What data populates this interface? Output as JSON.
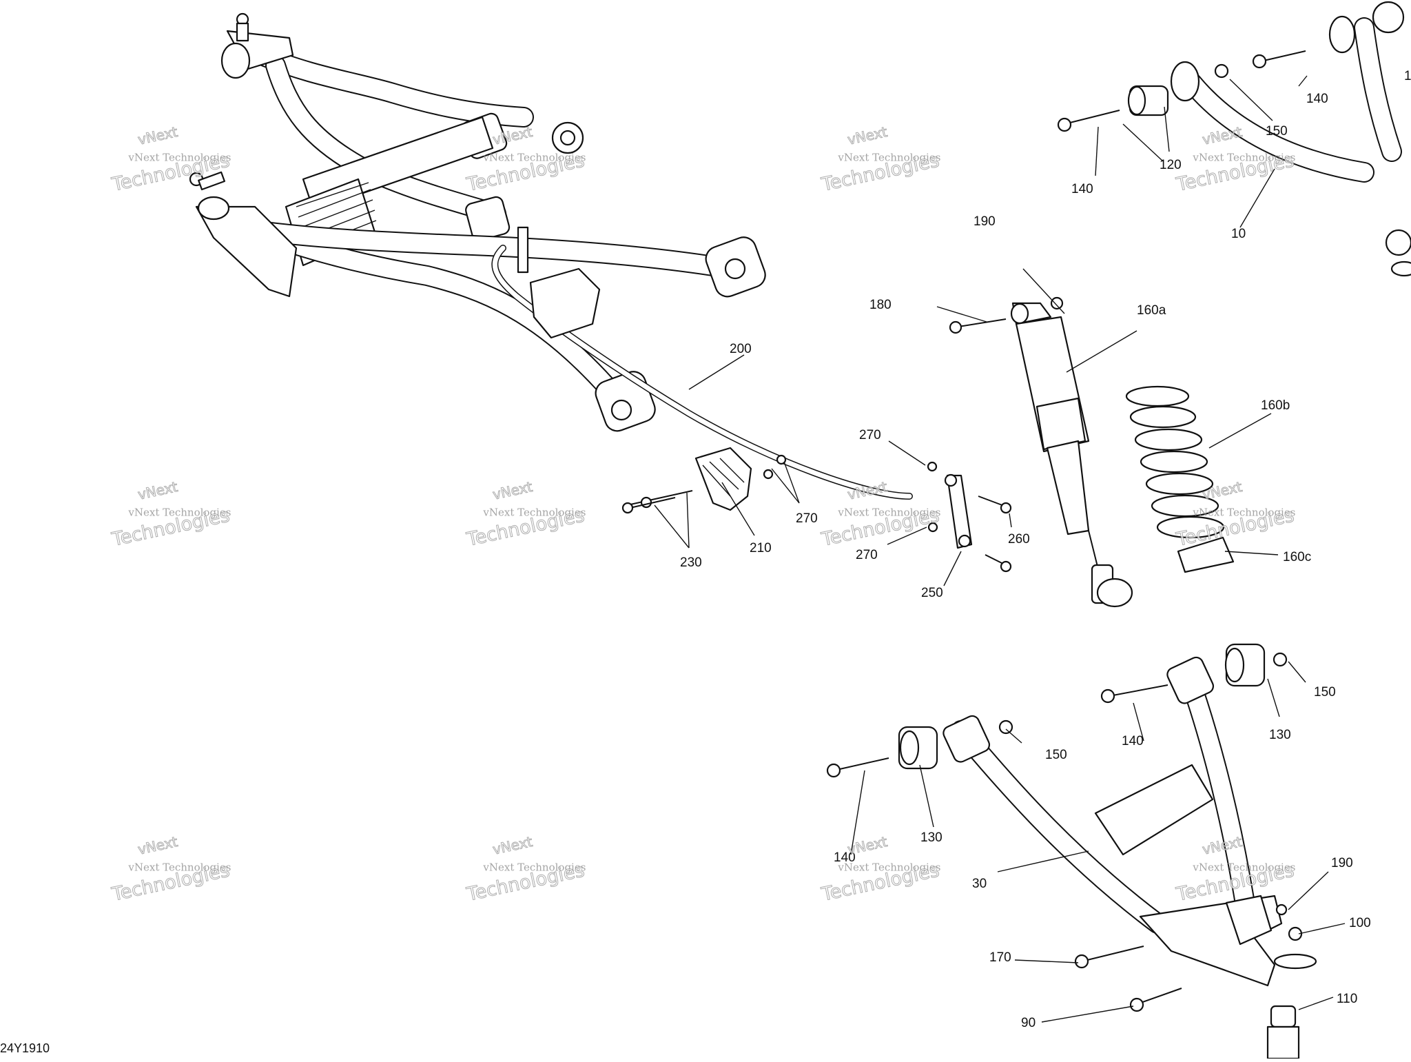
{
  "diagram": {
    "reference_code": "24Y1910",
    "watermark": {
      "line1": "vNext",
      "line2": "vNext Technologies",
      "line3": "Technologies"
    },
    "callouts": {
      "c10": "10",
      "c30": "30",
      "c90": "90",
      "c100": "100",
      "c110": "110",
      "c120": "120",
      "c130a": "130",
      "c130b": "130",
      "c140a": "140",
      "c140b": "140",
      "c140c": "140",
      "c140d": "140",
      "c150a": "150",
      "c150b": "150",
      "c150c": "150",
      "c160a": "160a",
      "c160b": "160b",
      "c160c": "160c",
      "c170": "170",
      "c180": "180",
      "c190a": "190",
      "c190b": "190",
      "c200": "200",
      "c210": "210",
      "c230": "230",
      "c250": "250",
      "c260": "260",
      "c270a": "270",
      "c270b": "270",
      "c270c": "270",
      "c_partial": "1"
    }
  }
}
